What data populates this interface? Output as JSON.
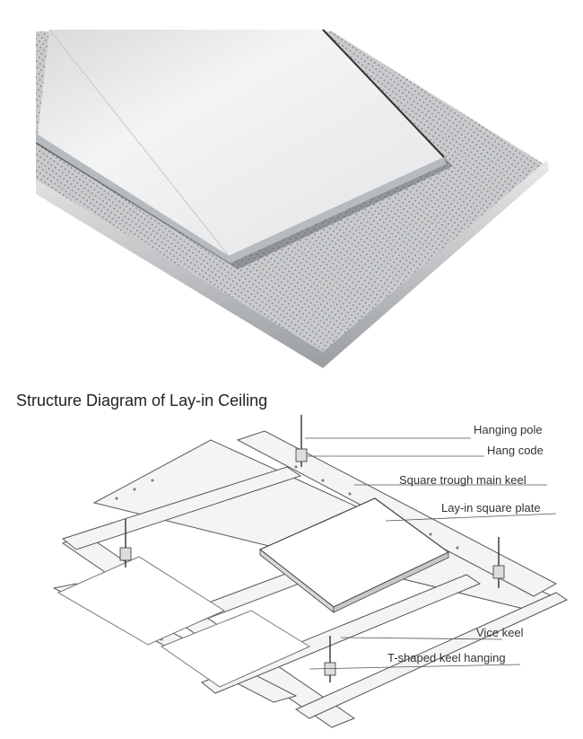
{
  "title": "Structure Diagram of Lay-in Ceiling",
  "labels": {
    "hanging_pole": "Hanging pole",
    "hang_code": "Hang code",
    "main_keel": "Square trough main keel",
    "square_plate": "Lay-in square plate",
    "vice_keel": "Vice keel",
    "t_keel_hanging": "T-shaped keel hanging"
  },
  "icons": {
    "panel_photo": "ceiling-panel-photo",
    "grid": "ceiling-grid-illustration"
  }
}
